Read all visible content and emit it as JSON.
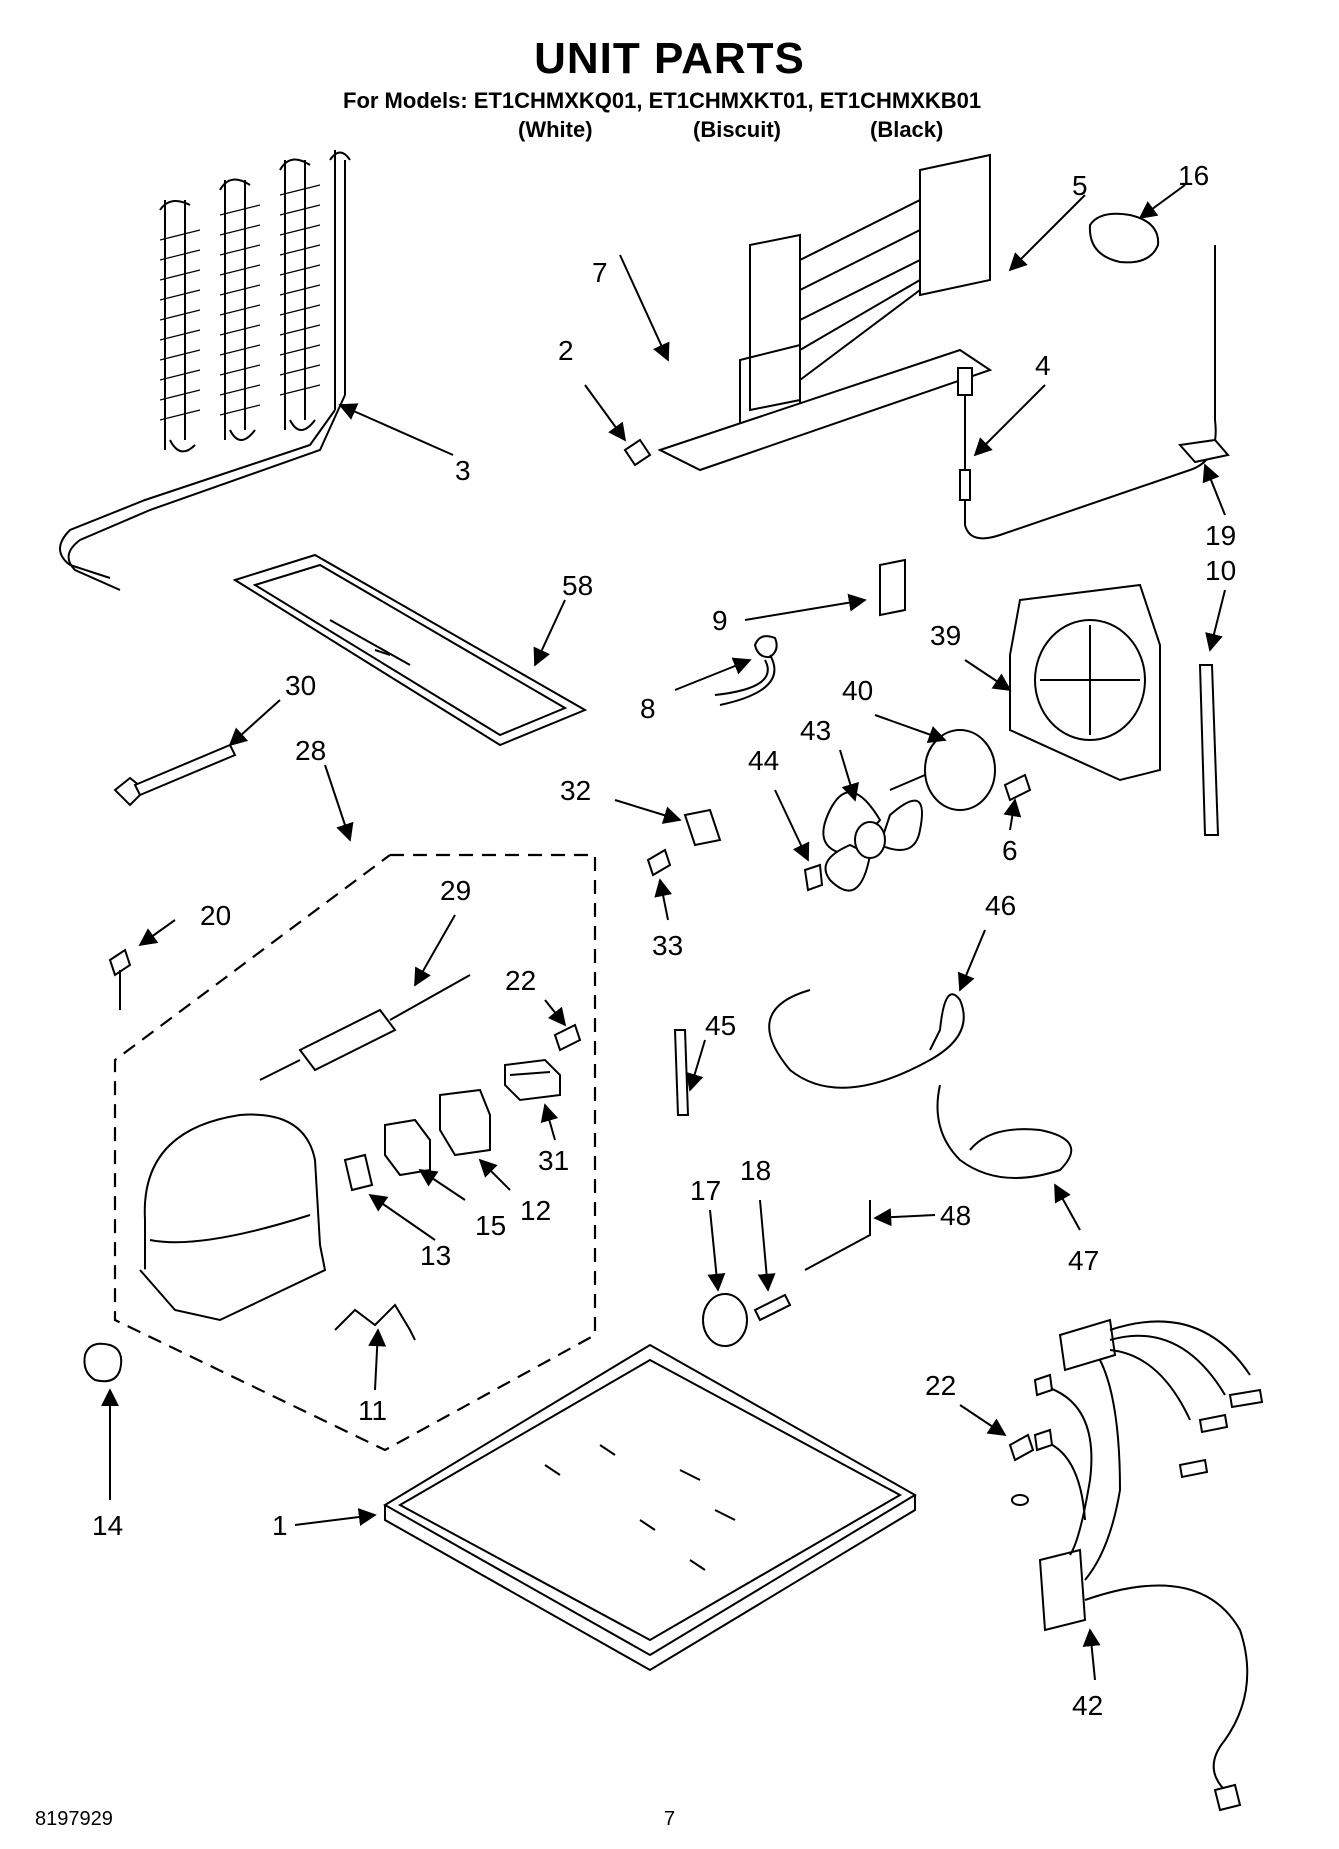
{
  "header": {
    "title": "UNIT PARTS",
    "models_line": "For Models: ET1CHMXKQ01, ET1CHMXKT01, ET1CHMXKB01",
    "variants": [
      "(White)",
      "(Biscuit)",
      "(Black)"
    ]
  },
  "callouts": {
    "c1": "1",
    "c2": "2",
    "c3": "3",
    "c4": "4",
    "c5": "5",
    "c6": "6",
    "c7": "7",
    "c8": "8",
    "c9": "9",
    "c10": "10",
    "c11": "11",
    "c12": "12",
    "c13": "13",
    "c14": "14",
    "c15": "15",
    "c16": "16",
    "c17": "17",
    "c18": "18",
    "c19": "19",
    "c20": "20",
    "c22a": "22",
    "c22b": "22",
    "c28": "28",
    "c29": "29",
    "c30": "30",
    "c31": "31",
    "c32": "32",
    "c33": "33",
    "c39": "39",
    "c40": "40",
    "c42": "42",
    "c43": "43",
    "c44": "44",
    "c45": "45",
    "c46": "46",
    "c47": "47",
    "c48": "48",
    "c58": "58"
  },
  "footer": {
    "doc_number": "8197929",
    "page_number": "7"
  }
}
